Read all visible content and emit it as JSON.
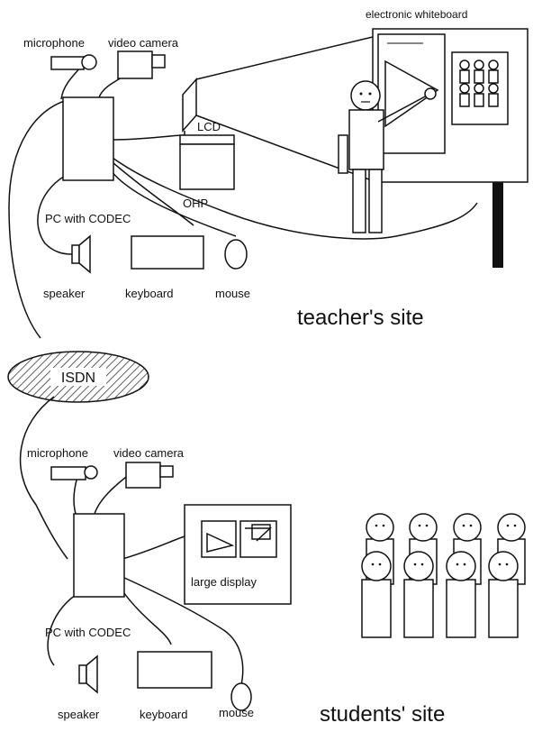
{
  "teacher_site": {
    "devices": {
      "microphone": "microphone",
      "video_camera": "video camera",
      "electronic_whiteboard": "electronic whiteboard",
      "lcd": "LCD",
      "ohp": "OHP",
      "pc": "PC with CODEC",
      "speaker": "speaker",
      "keyboard": "keyboard",
      "mouse": "mouse"
    },
    "site_label": "teacher's site"
  },
  "network": {
    "label": "ISDN"
  },
  "students_site": {
    "devices": {
      "microphone": "microphone",
      "video_camera": "video camera",
      "large_display": "large display",
      "pc": "PC with CODEC",
      "speaker": "speaker",
      "keyboard": "keyboard",
      "mouse": "mouse"
    },
    "site_label": "students' site"
  }
}
